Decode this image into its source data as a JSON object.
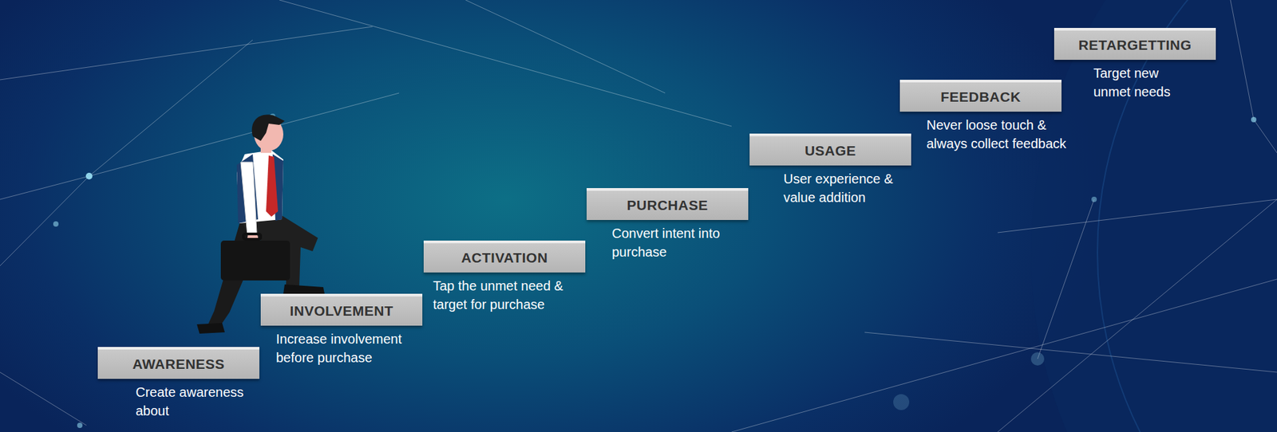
{
  "diagram": {
    "nodes": [
      {
        "text": [
          "AWARENESS",
          "Create awareness about"
        ]
      },
      {
        "text": [
          "INVOLVEMENT",
          "Increase involvement before purchase"
        ]
      },
      {
        "text": [
          "ACTIVATION",
          "Tap the unmet need & target for purchase"
        ]
      },
      {
        "text": [
          "PURCHASE",
          "Convert intent into purchase"
        ]
      },
      {
        "text": [
          "USAGE",
          "User experience & value addition"
        ]
      },
      {
        "text": [
          "FEEDBACK",
          "Never loose touch & always collect feedback"
        ]
      },
      {
        "text": [
          "RETARGETTING",
          "Target new unmet needs"
        ]
      }
    ]
  }
}
